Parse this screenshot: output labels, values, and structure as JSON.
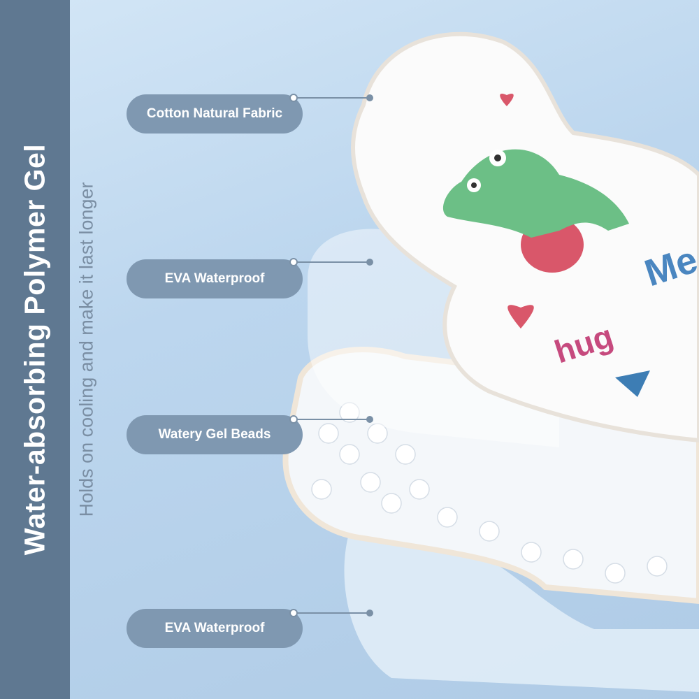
{
  "title": "Water-absorbing Polymer Gel",
  "subtitle": "Holds on cooling and make it last longer",
  "layers": [
    {
      "label": "Cotton Natural Fabric"
    },
    {
      "label": "EVA Waterproof"
    },
    {
      "label": "Watery Gel Beads"
    },
    {
      "label": "EVA Waterproof"
    }
  ],
  "product_print": {
    "word1": "hug",
    "word2": "Me"
  },
  "colors": {
    "sidebar": "#5f7891",
    "pill": "#7f98b1",
    "dino": "#6cbf86"
  }
}
